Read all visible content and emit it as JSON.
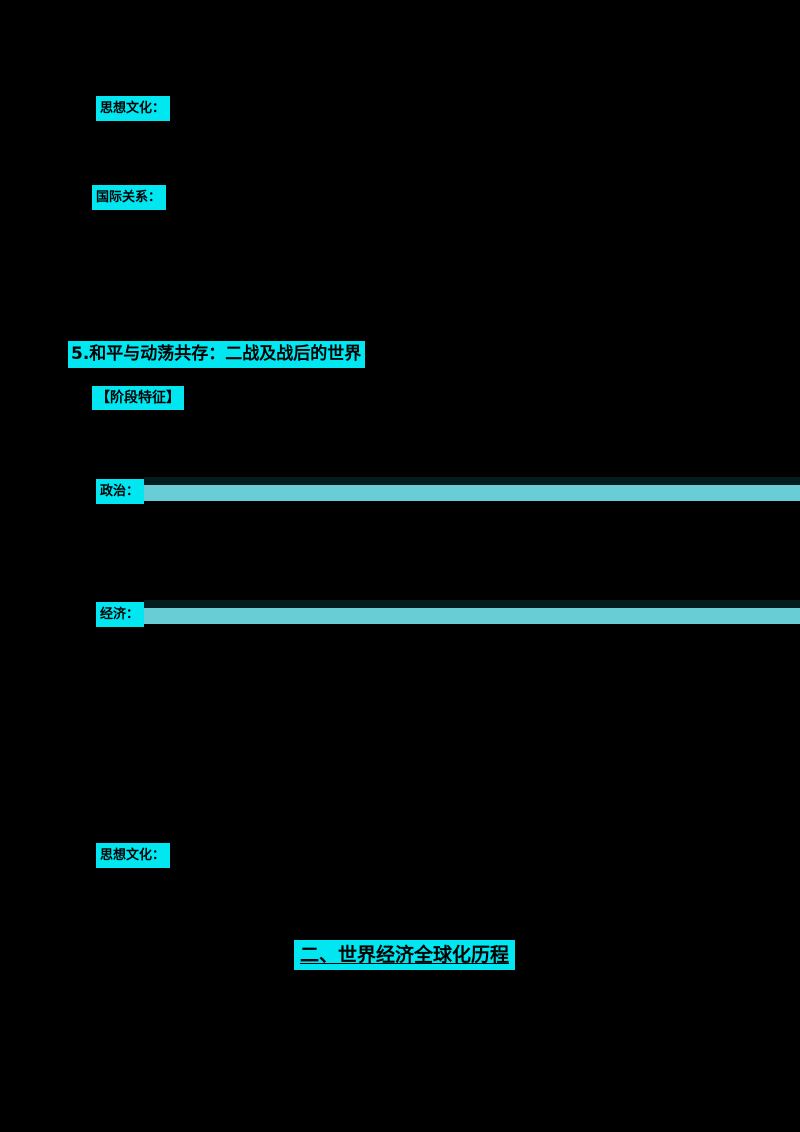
{
  "page": {
    "background_color": "#000000",
    "highlight_color": "#00e7f2",
    "continuation_bar_color": "#68cdd4",
    "shadow_color": "#a9a9a9",
    "text_color": "#000000"
  },
  "blocks": [
    {
      "id": "ideology-culture-top",
      "text": "思想文化："
    },
    {
      "id": "international-relations",
      "text": "国际关系："
    }
  ],
  "section": {
    "heading": "5.和平与动荡共存：二战及战后的世界",
    "tag": "【阶段特征】",
    "rows": [
      {
        "id": "politics",
        "label": "政治："
      },
      {
        "id": "economy",
        "label": "经济："
      },
      {
        "id": "ideology-culture",
        "label": "思想文化："
      }
    ]
  },
  "document_title": "二、世界经济全球化历程"
}
